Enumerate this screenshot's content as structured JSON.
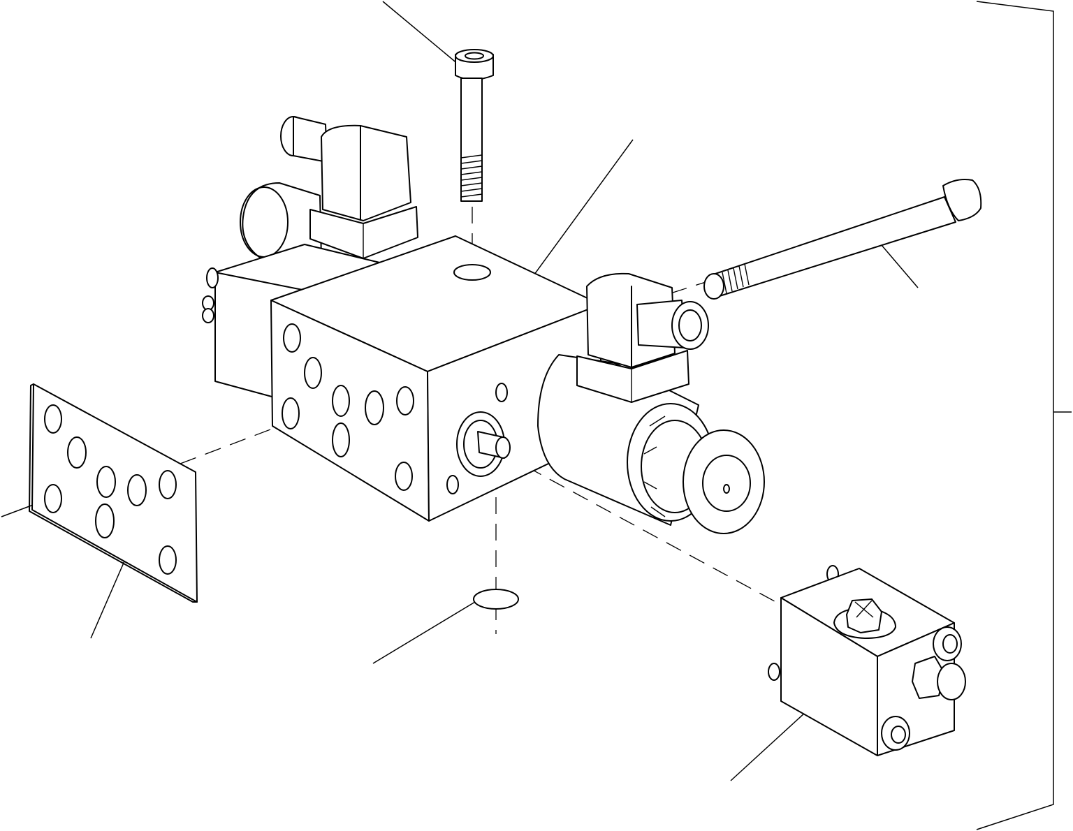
{
  "figure": {
    "description_free": true,
    "line_color": "#000000",
    "background_color": "#ffffff"
  },
  "parts": [
    {
      "id": "socket-head-bolt-vertical"
    },
    {
      "id": "valve-body"
    },
    {
      "id": "long-bolt"
    },
    {
      "id": "gasket-plate"
    },
    {
      "id": "o-ring"
    },
    {
      "id": "relief-valve-block"
    }
  ]
}
